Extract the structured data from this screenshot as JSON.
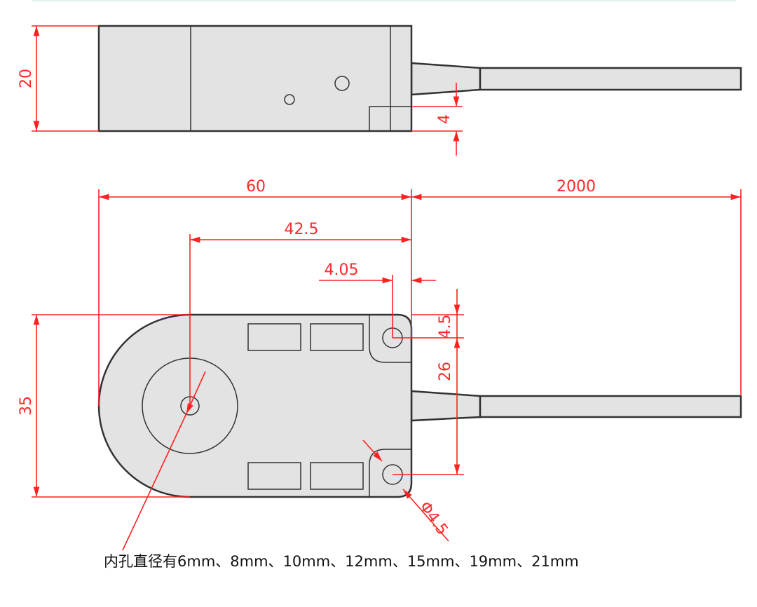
{
  "dimensions": {
    "height_top": "20",
    "step": "4",
    "length": "60",
    "cable_length": "2000",
    "hole_center_offset": "42.5",
    "mount_hole_offset_x": "4.05",
    "mount_hole_offset_y": "4.5",
    "mount_hole_spacing": "26",
    "width": "35",
    "mount_hole_diameter": "Φ4.5"
  },
  "caption": "内孔直径有6mm、8mm、10mm、12mm、15mm、19mm、21mm",
  "colors": {
    "dimension": "#ff2020",
    "body": "#e3e3e3",
    "outline": "#333333"
  }
}
